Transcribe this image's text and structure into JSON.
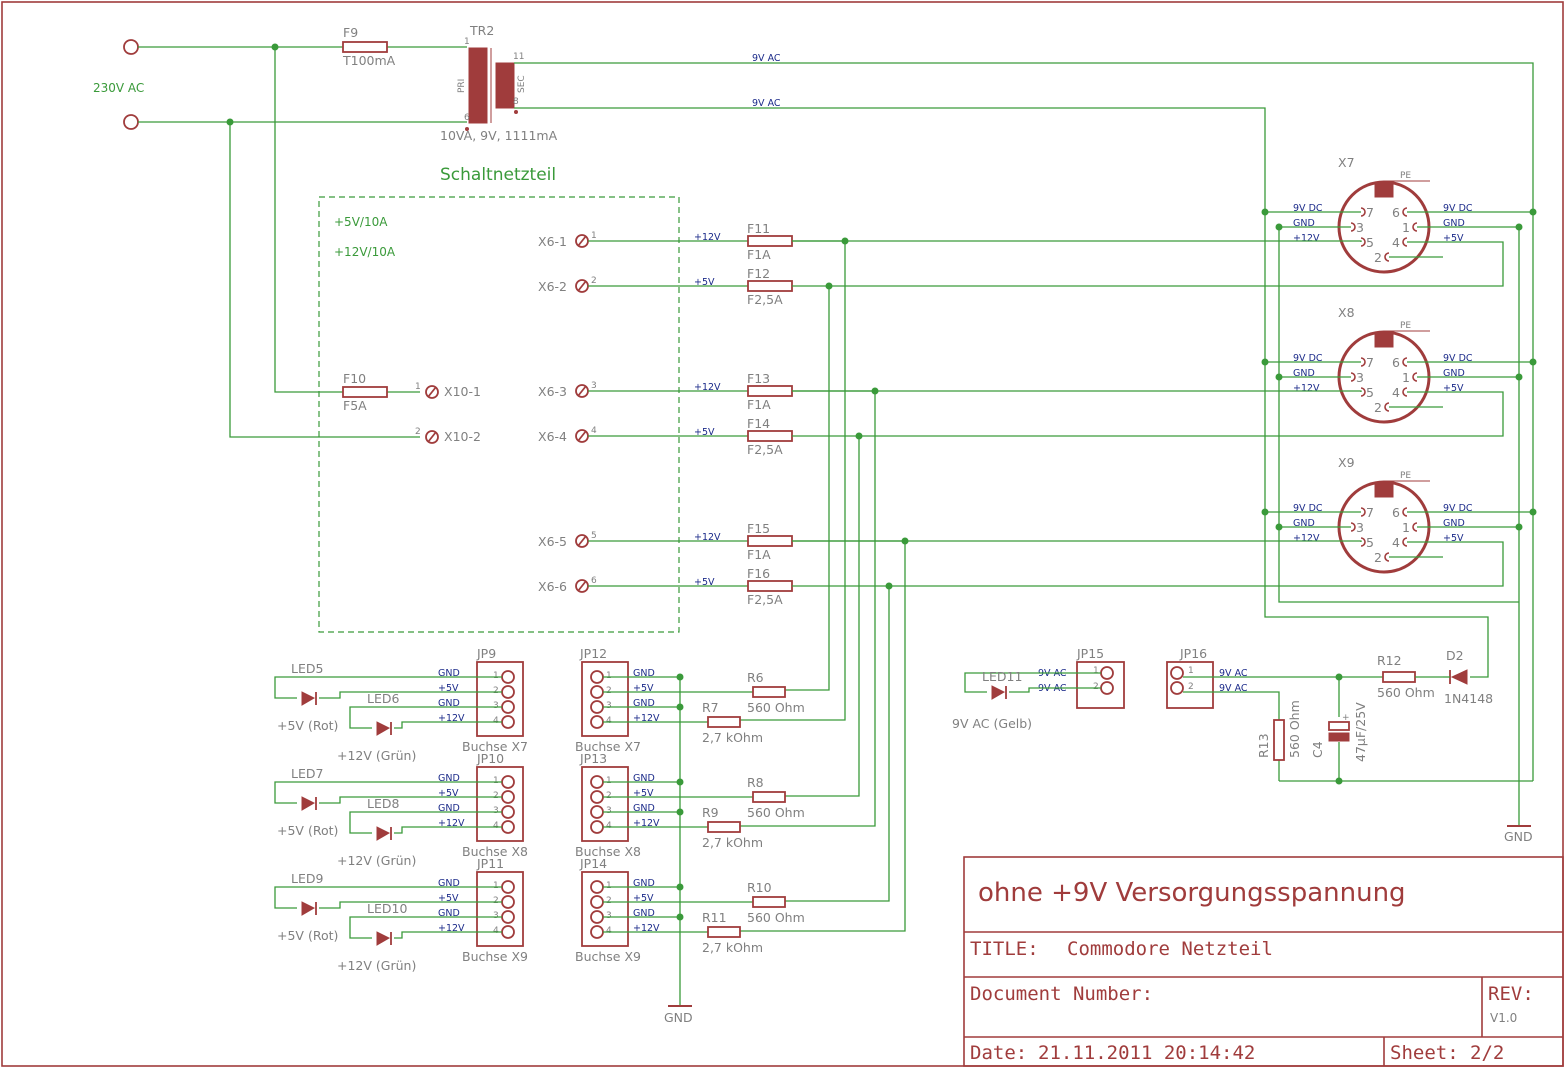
{
  "mains": {
    "label": "230V AC"
  },
  "transformer": {
    "name": "TR2",
    "pri": "PRI",
    "sec": "SEC",
    "rating": "10VA, 9V, 1111mA",
    "pin1": "1",
    "pin6": "6",
    "pin11": "11",
    "pin8": "8"
  },
  "fuses": [
    {
      "name": "F9",
      "value": "T100mA"
    },
    {
      "name": "F10",
      "value": "F5A"
    },
    {
      "name": "F11",
      "value": "F1A"
    },
    {
      "name": "F12",
      "value": "F2,5A"
    },
    {
      "name": "F13",
      "value": "F1A"
    },
    {
      "name": "F14",
      "value": "F2,5A"
    },
    {
      "name": "F15",
      "value": "F1A"
    },
    {
      "name": "F16",
      "value": "F2,5A"
    }
  ],
  "psu": {
    "title": "Schaltnetzteil",
    "out1": "+5V/10A",
    "out2": "+12V/10A"
  },
  "x6": [
    {
      "name": "X6-1",
      "pin": "1",
      "net": "+12V"
    },
    {
      "name": "X6-2",
      "pin": "2",
      "net": "+5V"
    },
    {
      "name": "X6-3",
      "pin": "3",
      "net": "+12V"
    },
    {
      "name": "X6-4",
      "pin": "4",
      "net": "+5V"
    },
    {
      "name": "X6-5",
      "pin": "5",
      "net": "+12V"
    },
    {
      "name": "X6-6",
      "pin": "6",
      "net": "+5V"
    }
  ],
  "x10": [
    {
      "name": "X10-1",
      "pin": "1"
    },
    {
      "name": "X10-2",
      "pin": "2"
    }
  ],
  "net_9vac": "9V AC",
  "din": {
    "names": [
      "X7",
      "X8",
      "X9"
    ],
    "pe": "PE",
    "pins": {
      "p7": "7",
      "p6": "6",
      "p3": "3",
      "p1": "1",
      "p5": "5",
      "p4": "4",
      "p2": "2"
    },
    "nets": {
      "left1": "9V DC",
      "left2": "GND",
      "left3": "+12V",
      "right1": "9V DC",
      "right2": "GND",
      "right3": "+5V"
    }
  },
  "jp_left": [
    {
      "name": "JP9",
      "caption": "Buchse X7"
    },
    {
      "name": "JP10",
      "caption": "Buchse X8"
    },
    {
      "name": "JP11",
      "caption": "Buchse X9"
    }
  ],
  "jp_right": [
    {
      "name": "JP12",
      "caption": "Buchse X7"
    },
    {
      "name": "JP13",
      "caption": "Buchse X8"
    },
    {
      "name": "JP14",
      "caption": "Buchse X9"
    }
  ],
  "jp_nets": [
    "GND",
    "+5V",
    "GND",
    "+12V"
  ],
  "jp_pins": [
    "1",
    "2",
    "3",
    "4"
  ],
  "leds": [
    {
      "name": "LED5",
      "label": "+5V (Rot)"
    },
    {
      "name": "LED6",
      "label": "+12V (Grün)"
    },
    {
      "name": "LED7",
      "label": "+5V (Rot)"
    },
    {
      "name": "LED8",
      "label": "+12V (Grün)"
    },
    {
      "name": "LED9",
      "label": "+5V (Rot)"
    },
    {
      "name": "LED10",
      "label": "+12V (Grün)"
    }
  ],
  "resistors": [
    {
      "name": "R6",
      "value": "560 Ohm"
    },
    {
      "name": "R7",
      "value": "2,7 kOhm"
    },
    {
      "name": "R8",
      "value": "560 Ohm"
    },
    {
      "name": "R9",
      "value": "2,7 kOhm"
    },
    {
      "name": "R10",
      "value": "560 Ohm"
    },
    {
      "name": "R11",
      "value": "2,7 kOhm"
    }
  ],
  "gnd_label": "GND",
  "led11": {
    "name": "LED11",
    "label": "9V AC (Gelb)"
  },
  "jp15": {
    "name": "JP15",
    "net1": "9V AC",
    "net2": "9V AC",
    "pin1": "1",
    "pin2": "2"
  },
  "jp16": {
    "name": "JP16",
    "net1": "9V AC",
    "net2": "9V AC",
    "pin1": "1",
    "pin2": "2"
  },
  "r12": {
    "name": "R12",
    "value": "560 Ohm"
  },
  "d2": {
    "name": "D2",
    "value": "1N4148"
  },
  "r13": {
    "name": "R13",
    "value": "560 Ohm"
  },
  "c4": {
    "name": "C4",
    "value": "47µF/25V",
    "plus": "+"
  },
  "titleblock": {
    "heading": "ohne +9V Versorgungsspannung",
    "title_label": "TITLE:",
    "title_value": "Commodore Netzteil",
    "doc_label": "Document Number:",
    "rev_label": "REV:",
    "rev_value": "V1.0",
    "date_label": "Date:",
    "date_value": "21.11.2011 20:14:42",
    "sheet_label": "Sheet:",
    "sheet_value": "2/2"
  }
}
